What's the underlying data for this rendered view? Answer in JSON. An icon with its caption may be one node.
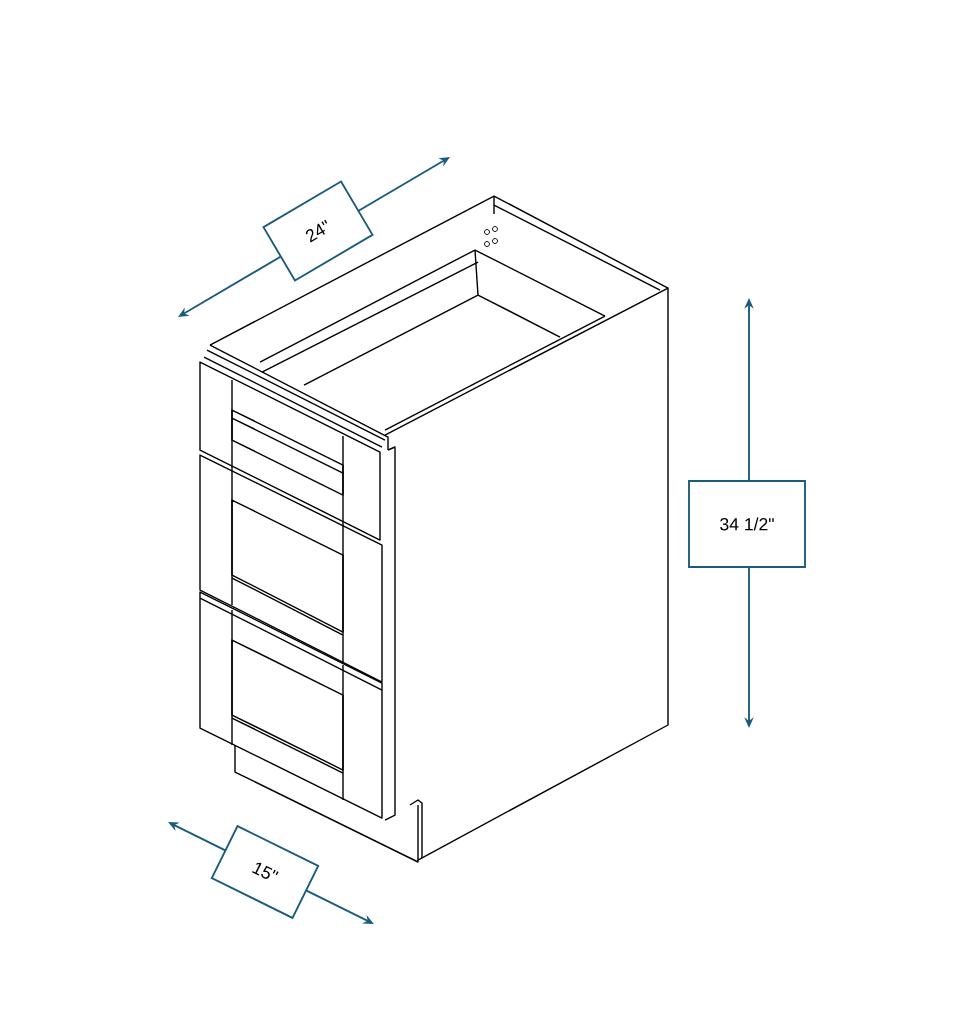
{
  "diagram": {
    "labels": [
      "24\"",
      "34 1/2\"",
      "15\""
    ]
  }
}
